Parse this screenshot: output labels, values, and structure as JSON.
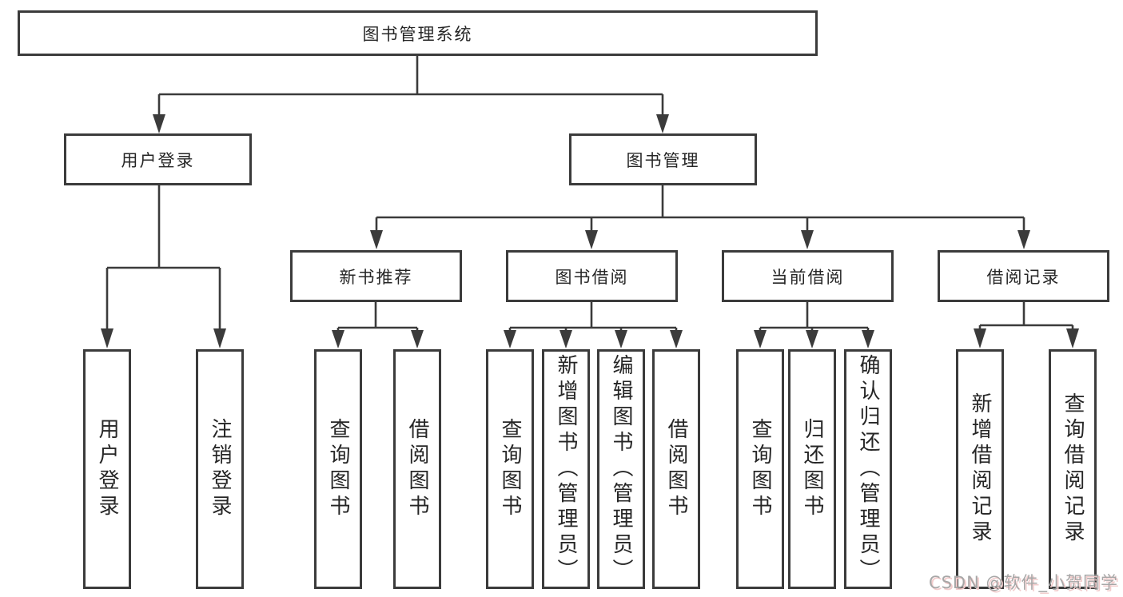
{
  "diagram": {
    "title": "图书管理系统",
    "level2": [
      {
        "label": "用户登录"
      },
      {
        "label": "图书管理"
      }
    ],
    "level3": [
      {
        "label": "新书推荐",
        "parent": "图书管理"
      },
      {
        "label": "图书借阅",
        "parent": "图书管理"
      },
      {
        "label": "当前借阅",
        "parent": "图书管理"
      },
      {
        "label": "借阅记录",
        "parent": "图书管理"
      }
    ],
    "leaves": [
      {
        "label": "用户登录",
        "parent": "用户登录"
      },
      {
        "label": "注销登录",
        "parent": "用户登录"
      },
      {
        "label": "查询图书",
        "parent": "新书推荐"
      },
      {
        "label": "借阅图书",
        "parent": "新书推荐"
      },
      {
        "label": "查询图书",
        "parent": "图书借阅"
      },
      {
        "label": "新增图书（管理员）",
        "parent": "图书借阅"
      },
      {
        "label": "编辑图书（管理员）",
        "parent": "图书借阅"
      },
      {
        "label": "借阅图书",
        "parent": "图书借阅"
      },
      {
        "label": "查询图书",
        "parent": "当前借阅"
      },
      {
        "label": "归还图书",
        "parent": "当前借阅"
      },
      {
        "label": "确认归还（管理员）",
        "parent": "当前借阅"
      },
      {
        "label": "新增借阅记录",
        "parent": "借阅记录"
      },
      {
        "label": "查询借阅记录",
        "parent": "借阅记录"
      }
    ]
  },
  "watermark": "CSDN @软件_小贺同学",
  "colors": {
    "line": "#3b3b3b",
    "text": "#262626",
    "watermark": "#a7a7a7",
    "background": "#ffffff"
  }
}
